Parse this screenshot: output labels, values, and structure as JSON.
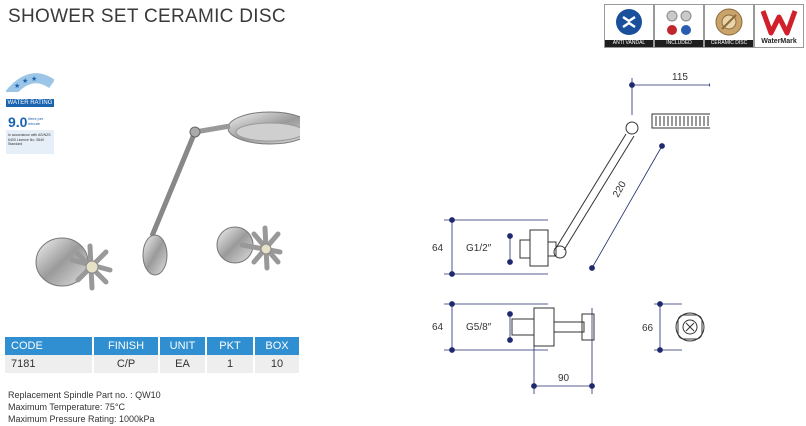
{
  "title": "SHOWER SET CERAMIC DISC",
  "badges": {
    "anti_vandal": "ANTI VANDAL",
    "included": "INCLUDED",
    "ceramic_disc": "CERAMIC DISC",
    "watermark": "WaterMark"
  },
  "water_rating": {
    "label": "WATER RATING",
    "value": "9.0",
    "unit": "litres per minute",
    "note": "In accordance with AS/NZS 6400 Licence No. 0849 Standard"
  },
  "spec_table": {
    "headers": [
      "CODE",
      "FINISH",
      "UNIT",
      "PKT",
      "BOX"
    ],
    "row": [
      "7181",
      "C/P",
      "EA",
      "1",
      "10"
    ]
  },
  "notes": [
    "Replacement Spindle Part no.  : QW10",
    "Maximum Temperature: 75°C",
    "Maximum Pressure Rating: 1000kPa"
  ],
  "dimensions": {
    "top_width": "115",
    "arm_length": "220",
    "upper_height": "64",
    "upper_thread": "G1/2″",
    "lower_height": "64",
    "lower_thread": "G5/8″",
    "lower_depth": "90",
    "front_height": "66"
  }
}
